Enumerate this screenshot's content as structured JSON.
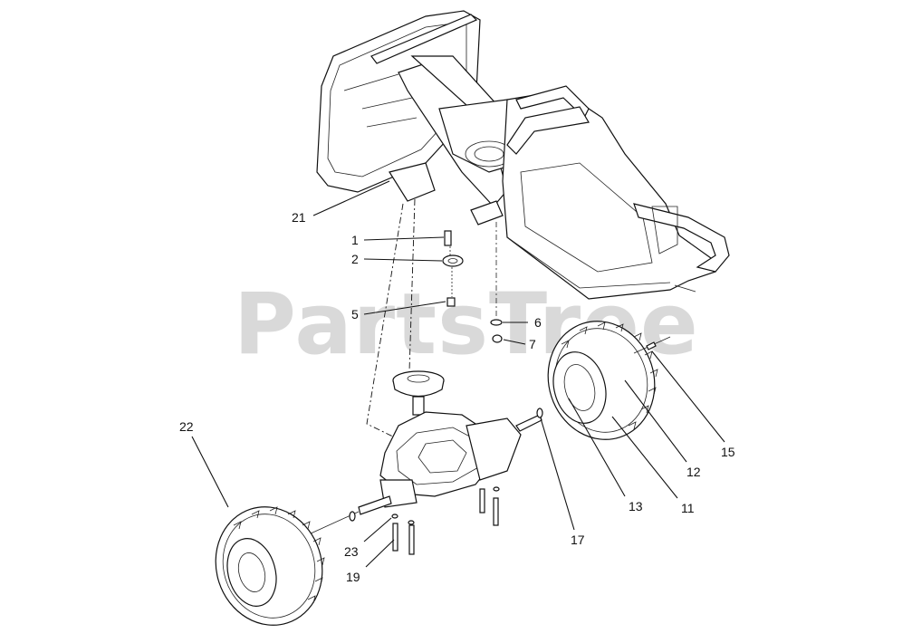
{
  "diagram": {
    "watermark": "PartsTree",
    "callouts": {
      "c1": "1",
      "c2": "2",
      "c5": "5",
      "c6": "6",
      "c7": "7",
      "c11": "11",
      "c12": "12",
      "c13": "13",
      "c15": "15",
      "c17": "17",
      "c19": "19",
      "c21": "21",
      "c22": "22",
      "c23": "23"
    }
  }
}
